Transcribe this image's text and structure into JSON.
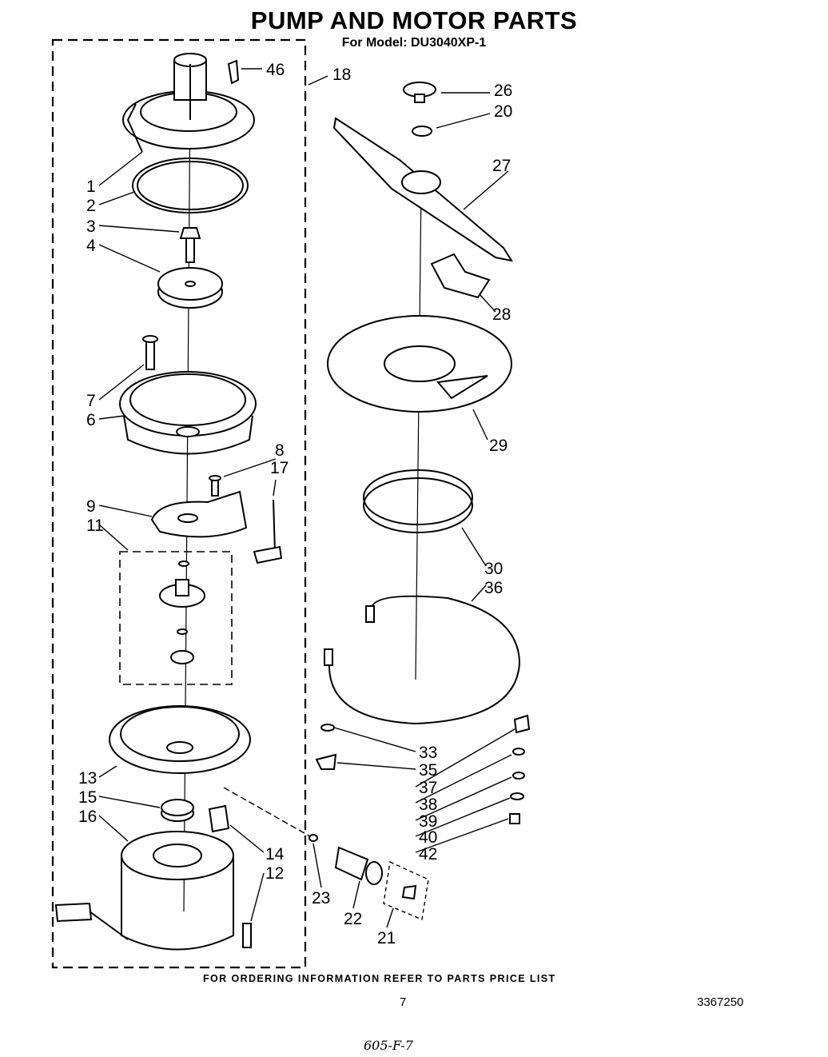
{
  "title": "PUMP AND MOTOR PARTS",
  "model": "For Model: DU3040XP-1",
  "footer": "FOR ORDERING INFORMATION REFER TO PARTS PRICE LIST",
  "page_number": "7",
  "doc_number": "3367250",
  "handwritten_note": "605-F-7",
  "callouts": [
    "46",
    "18",
    "26",
    "20",
    "27",
    "1",
    "2",
    "3",
    "4",
    "28",
    "7",
    "6",
    "29",
    "8",
    "17",
    "9",
    "11",
    "30",
    "36",
    "33",
    "35",
    "37",
    "38",
    "39",
    "40",
    "42",
    "13",
    "15",
    "16",
    "14",
    "12",
    "23",
    "22",
    "21"
  ]
}
